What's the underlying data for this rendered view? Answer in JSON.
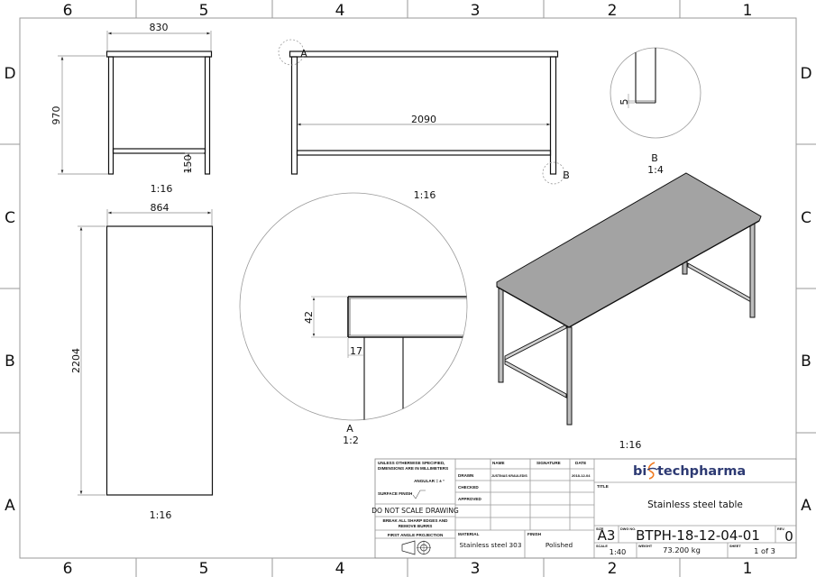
{
  "sheet": {
    "columns": [
      "6",
      "5",
      "4",
      "3",
      "2",
      "1"
    ],
    "rows": [
      "D",
      "C",
      "B",
      "A"
    ],
    "frame_color": "#9a9a9a",
    "line_color": "#111111",
    "top_fill": "#a3a3a3"
  },
  "views": {
    "side_view": {
      "width_dim": "830",
      "height_dim": "970",
      "rail_height_dim": "150",
      "scale": "1:16"
    },
    "front_view": {
      "length_dim": "2090",
      "detail_a_marker": "A",
      "detail_b_marker": "B",
      "scale": "1:16"
    },
    "top_view": {
      "width_dim": "864",
      "length_dim": "2204",
      "scale": "1:16"
    },
    "detail_a": {
      "thickness_dim": "42",
      "overhang_dim": "17",
      "label": "A",
      "scale": "1:2"
    },
    "detail_b": {
      "gap_dim": "5",
      "label": "B",
      "scale": "1:4"
    },
    "isometric_view": {
      "scale": "1:16"
    }
  },
  "title_block": {
    "general_note_line1": "UNLESS OTHERWISE SPECIFIED,",
    "general_note_line2": "DIMENSIONS ARE IN MILLIMETERS",
    "angular_tolerance": "ANGULAR = ± °",
    "surface_finish_label": "SURFACE FINISH",
    "do_not_scale": "DO NOT SCALE DRAWING",
    "break_edges_line1": "BREAK ALL SHARP EDGES AND",
    "break_edges_line2": "REMOVE BURRS",
    "projection_label": "FIRST ANGLE PROJECTION",
    "headers": {
      "name": "NAME",
      "signature": "SIGNATURE",
      "date": "DATE"
    },
    "rows": [
      {
        "role": "DRAWN",
        "name": "JUSTINAS KRAULEDIS",
        "signature": "",
        "date": "2018-12-04"
      },
      {
        "role": "CHECKED",
        "name": "",
        "signature": "",
        "date": ""
      },
      {
        "role": "APPROVED",
        "name": "",
        "signature": "",
        "date": ""
      }
    ],
    "material_label": "MATERIAL",
    "material": "Stainless steel 303",
    "finish_label": "FINISH",
    "finish": "Polished",
    "company_logo_prefix": "bi",
    "company_logo_suffix": "techpharma",
    "brand_color": "#2d3a73",
    "brand_accent_color": "#f07a22",
    "title_label": "TITLE",
    "title": "Stainless steel table",
    "size_label": "SIZE",
    "size": "A3",
    "dwg_no_label": "DWG NO.",
    "dwg_no": "BTPH-18-12-04-01",
    "rev_label": "REV.",
    "rev": "0",
    "scale_label": "SCALE",
    "scale": "1:40",
    "weight_label": "WEIGHT",
    "weight": "73.200 kg",
    "sheet_label": "SHEET",
    "sheet": "1 of 3"
  }
}
